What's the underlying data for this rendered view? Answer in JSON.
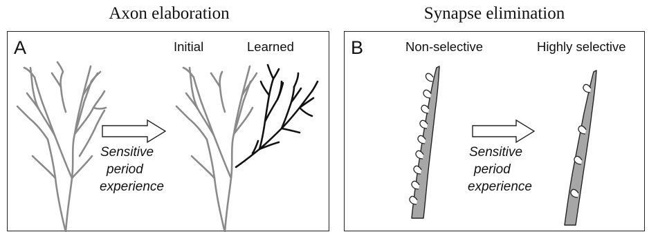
{
  "panel_a": {
    "heading": "Axon elaboration",
    "letter": "A",
    "state_initial": "Initial",
    "state_learned": "Learned",
    "arrow_label": [
      "Sensitive",
      "period",
      "experience"
    ]
  },
  "panel_b": {
    "heading": "Synapse elimination",
    "letter": "B",
    "state_before": "Non-selective",
    "state_after": "Highly selective",
    "arrow_label": [
      "Sensitive",
      "period",
      "experience"
    ]
  },
  "colors": {
    "initial_branches": "#8a8a8a",
    "learned_branches": "#111111",
    "dendrite_fill": "#a6a6a6",
    "outline": "#222222"
  }
}
